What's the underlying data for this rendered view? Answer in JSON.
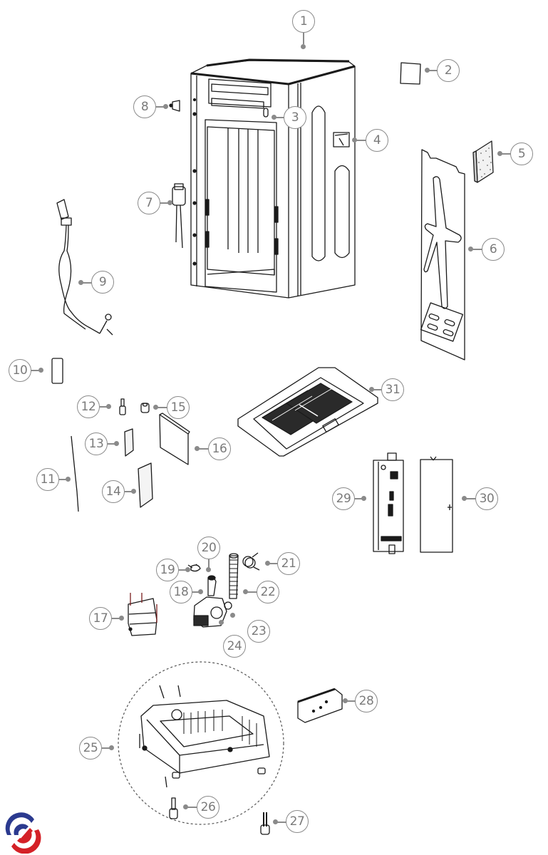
{
  "diagram": {
    "type": "exploded-parts-diagram",
    "subject": "Washing machine cabinet and base assembly",
    "line_color": "#1a1a1a",
    "callout_color": "#8a8a8a",
    "callouts": [
      {
        "id": "1",
        "label": "1",
        "part": "cabinet"
      },
      {
        "id": "2",
        "label": "2",
        "part": "label-plate"
      },
      {
        "id": "3",
        "label": "3",
        "part": "rear-panel-insert"
      },
      {
        "id": "4",
        "label": "4",
        "part": "side-handle"
      },
      {
        "id": "5",
        "label": "5",
        "part": "foam-pad"
      },
      {
        "id": "6",
        "label": "6",
        "part": "side-panel-stiffener"
      },
      {
        "id": "7",
        "label": "7",
        "part": "sensor"
      },
      {
        "id": "8",
        "label": "8",
        "part": "clip"
      },
      {
        "id": "9",
        "label": "9",
        "part": "power-cord"
      },
      {
        "id": "10",
        "label": "10",
        "part": "small-plate"
      },
      {
        "id": "11",
        "label": "11",
        "part": "wire"
      },
      {
        "id": "12",
        "label": "12",
        "part": "pin"
      },
      {
        "id": "13",
        "label": "13",
        "part": "small-bag"
      },
      {
        "id": "14",
        "label": "14",
        "part": "large-bag"
      },
      {
        "id": "15",
        "label": "15",
        "part": "bushing"
      },
      {
        "id": "16",
        "label": "16",
        "part": "manual-card"
      },
      {
        "id": "17",
        "label": "17",
        "part": "pump-cover"
      },
      {
        "id": "18",
        "label": "18",
        "part": "clamp"
      },
      {
        "id": "19",
        "label": "19",
        "part": "small-clamp"
      },
      {
        "id": "20",
        "label": "20",
        "part": "inlet-hose"
      },
      {
        "id": "21",
        "label": "21",
        "part": "large-clamp"
      },
      {
        "id": "22",
        "label": "22",
        "part": "drain-hose"
      },
      {
        "id": "23",
        "label": "23",
        "part": "hose-clamp"
      },
      {
        "id": "24",
        "label": "24",
        "part": "drain-pump"
      },
      {
        "id": "25",
        "label": "25",
        "part": "base-assembly"
      },
      {
        "id": "26",
        "label": "26",
        "part": "adjustable-foot"
      },
      {
        "id": "27",
        "label": "27",
        "part": "foot"
      },
      {
        "id": "28",
        "label": "28",
        "part": "pcb-module"
      },
      {
        "id": "29",
        "label": "29",
        "part": "control-board"
      },
      {
        "id": "30",
        "label": "30",
        "part": "board-cover"
      },
      {
        "id": "31",
        "label": "31",
        "part": "filter-tray"
      }
    ]
  },
  "logo": {
    "name": "brand-logo",
    "colors": {
      "blue": "#2b3a8f",
      "red": "#d42127"
    }
  }
}
